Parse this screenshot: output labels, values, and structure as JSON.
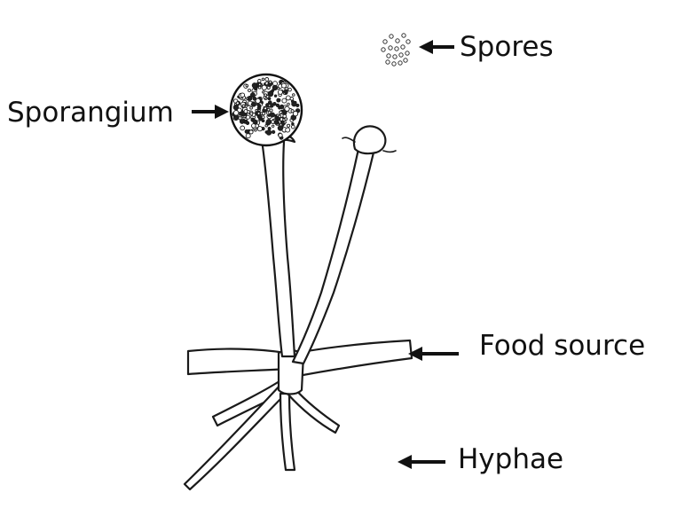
{
  "labels": {
    "spores": "Spores",
    "sporangium": "Sporangium",
    "food_source": "Food source",
    "hyphae": "Hyphae"
  }
}
